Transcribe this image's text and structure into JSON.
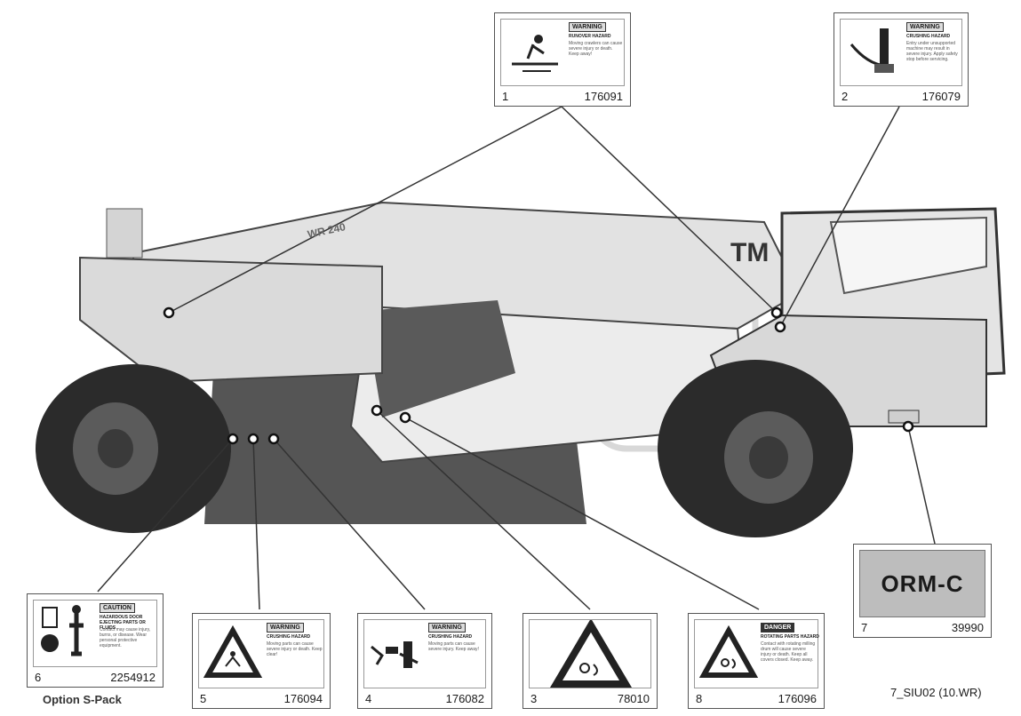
{
  "watermark_tm": "TM",
  "machine_model": "WR 240",
  "drawing_code": "7_SIU02 (10.WR)",
  "option_label": "Option S-Pack",
  "labels": [
    {
      "key": "1",
      "number": "1",
      "part": "176091",
      "header": "WARNING",
      "subheader": "RUNOVER HAZARD",
      "text": "Moving crawlers can cause severe injury or death. Keep away!"
    },
    {
      "key": "2",
      "number": "2",
      "part": "176079",
      "header": "WARNING",
      "subheader": "CRUSHING HAZARD",
      "text": "Entry under unsupported machine may result in severe injury. Apply safety stop before servicing."
    },
    {
      "key": "6",
      "number": "6",
      "part": "2254912",
      "header": "CAUTION",
      "subheader": "HAZARDOUS DOOR EJECTING PARTS OR FLUIDS",
      "text": "Contact may cause injury, burns, or disease. Wear personal protective equipment."
    },
    {
      "key": "5",
      "number": "5",
      "part": "176094",
      "header": "WARNING",
      "subheader": "CRUSHING HAZARD",
      "text": "Moving parts can cause severe injury or death. Keep clear!"
    },
    {
      "key": "4",
      "number": "4",
      "part": "176082",
      "header": "WARNING",
      "subheader": "CRUSHING HAZARD",
      "text": "Moving parts can cause severe injury. Keep away!"
    },
    {
      "key": "3",
      "number": "3",
      "part": "78010"
    },
    {
      "key": "8",
      "number": "8",
      "part": "176096",
      "header": "DANGER",
      "subheader": "ROTATING PARTS HAZARD",
      "text": "Contact with rotating milling drum will cause severe injury or death. Keep all covers closed. Keep away."
    },
    {
      "key": "7",
      "number": "7",
      "part": "39990",
      "sign_text": "ORM-C"
    }
  ],
  "colors": {
    "machine_body": "#e8e8e8",
    "machine_dark": "#4a4a4a",
    "tire": "#2b2b2b",
    "leader_line": "#333333",
    "label_border": "#555555",
    "orm_plate": "#bdbdbd"
  }
}
